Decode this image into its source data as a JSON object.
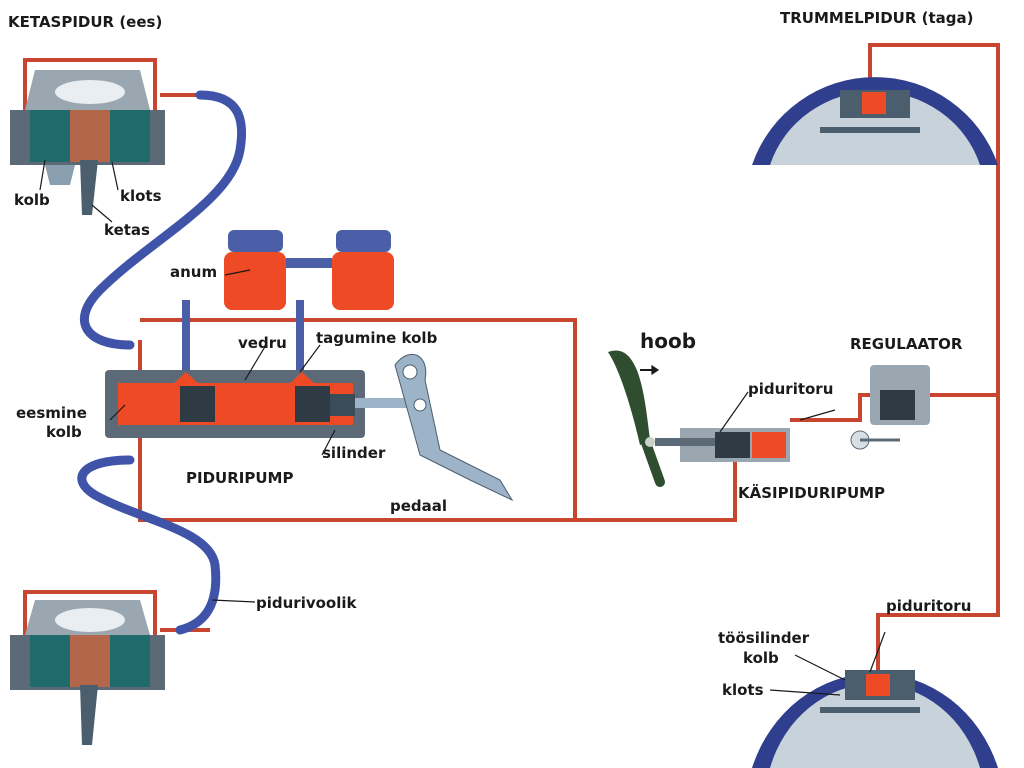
{
  "labels": {
    "disc_brake_title": "KETASPIDUR (ees)",
    "drum_brake_title": "TRUMMELPIDUR (taga)",
    "kolb_front": "kolb",
    "klots_front": "klots",
    "ketas": "ketas",
    "anum": "anum",
    "vedru": "vedru",
    "tagumine_kolb": "tagumine kolb",
    "eesmine_kolb_line1": "eesmine",
    "eesmine_kolb_line2": "kolb",
    "silinder": "silinder",
    "piduripump": "PIDURIPUMP",
    "pedaal": "pedaal",
    "pidurivoolik": "pidurivoolik",
    "hoob": "hoob",
    "piduritoru_handpump": "piduritoru",
    "regulaator": "REGULAATOR",
    "kasipiduripump": "KÄSIPIDURIPUMP",
    "piduritoru_rear": "piduritoru",
    "toosilinder": "töösilinder",
    "kolb_rear": "kolb",
    "klots_rear": "klots"
  },
  "colors": {
    "brake_line": "#c8452f",
    "hose": "#3f54a8",
    "fluid": "#ee4a25",
    "housing": "#5b6a76",
    "housing_light": "#9aa7b0",
    "pedal": "#9db3c7",
    "lever": "#2f4e2f",
    "drum_blue": "#2f3f8e"
  }
}
